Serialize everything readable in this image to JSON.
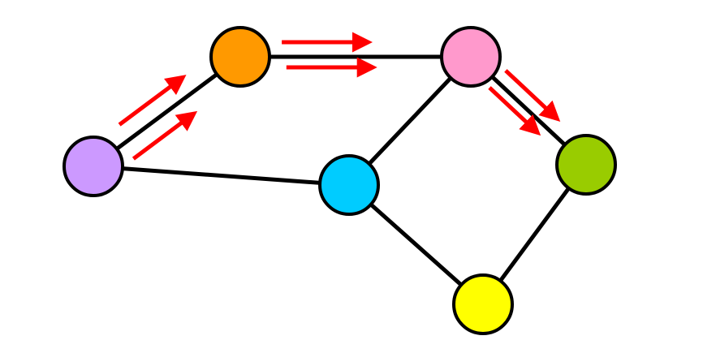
{
  "diagram": {
    "type": "undirected-graph",
    "colors": {
      "background": "#ffffff",
      "edge": "#000000",
      "arrow": "#ff0000",
      "node_outline": "#000000"
    },
    "nodes": [
      {
        "id": "purple",
        "color": "#cc99ff"
      },
      {
        "id": "orange",
        "color": "#ff9900"
      },
      {
        "id": "pink",
        "color": "#ff99cc"
      },
      {
        "id": "blue",
        "color": "#00ccff"
      },
      {
        "id": "green",
        "color": "#99cc00"
      },
      {
        "id": "yellow",
        "color": "#ffff00"
      }
    ],
    "edges": [
      {
        "from": "purple",
        "to": "orange"
      },
      {
        "from": "orange",
        "to": "pink"
      },
      {
        "from": "purple",
        "to": "blue"
      },
      {
        "from": "blue",
        "to": "pink"
      },
      {
        "from": "pink",
        "to": "green"
      },
      {
        "from": "blue",
        "to": "yellow"
      },
      {
        "from": "green",
        "to": "yellow"
      }
    ],
    "message_arrows": [
      {
        "from": "purple",
        "to": "orange"
      },
      {
        "from": "orange",
        "to": "purple"
      },
      {
        "from": "orange",
        "to": "pink"
      },
      {
        "from": "pink",
        "to": "orange"
      },
      {
        "from": "pink",
        "to": "green"
      },
      {
        "from": "green",
        "to": "pink"
      }
    ]
  }
}
